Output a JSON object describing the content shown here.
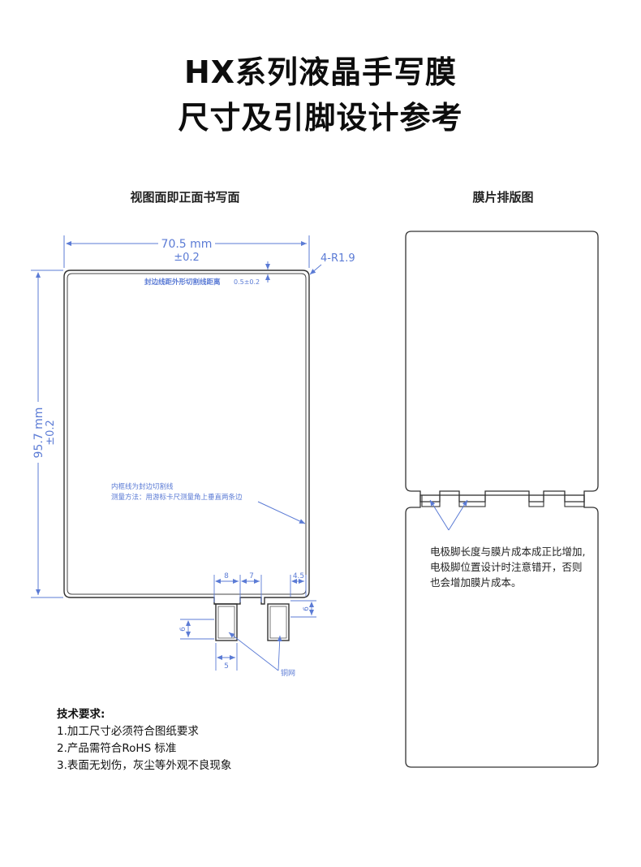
{
  "title_line1": "HX系列液晶手写膜",
  "title_line2": "尺寸及引脚设计参考",
  "left_heading": "视图面即正面书写面",
  "right_heading": "膜片排版图",
  "dims": {
    "width_value": "70.5 mm",
    "width_tol": "±0.2",
    "height_value": "95.7 mm",
    "height_tol": "±0.2",
    "corner_radius": "4-R1.9",
    "seal_note_label": "封边线距外形切割线距离",
    "seal_note_value": "0.5±0.2",
    "pin_gap_a": "8",
    "pin_gap_b": "7",
    "pin_offset": "4.5",
    "pin_length_right": "6",
    "pin_length_left": "6",
    "pin_width": "5",
    "copper_label": "铜网"
  },
  "inner_note": {
    "line1": "内框线为封边切割线",
    "line2": "测量方法：用游标卡尺测量角上垂直两条边"
  },
  "layout_note": {
    "line1": "电极脚长度与膜片成本成正比增加,",
    "line2": "电极脚位置设计时注意错开，否则",
    "line3": "也会增加膜片成本。"
  },
  "requirements": {
    "heading": "技术要求:",
    "items": [
      "1.加工尺寸必须符合图纸要求",
      "2.产品需符合RoHS 标准",
      "3.表面无划伤，灰尘等外观不良现象"
    ]
  },
  "colors": {
    "dimension": "#5b7bd5",
    "outline": "#333333"
  }
}
